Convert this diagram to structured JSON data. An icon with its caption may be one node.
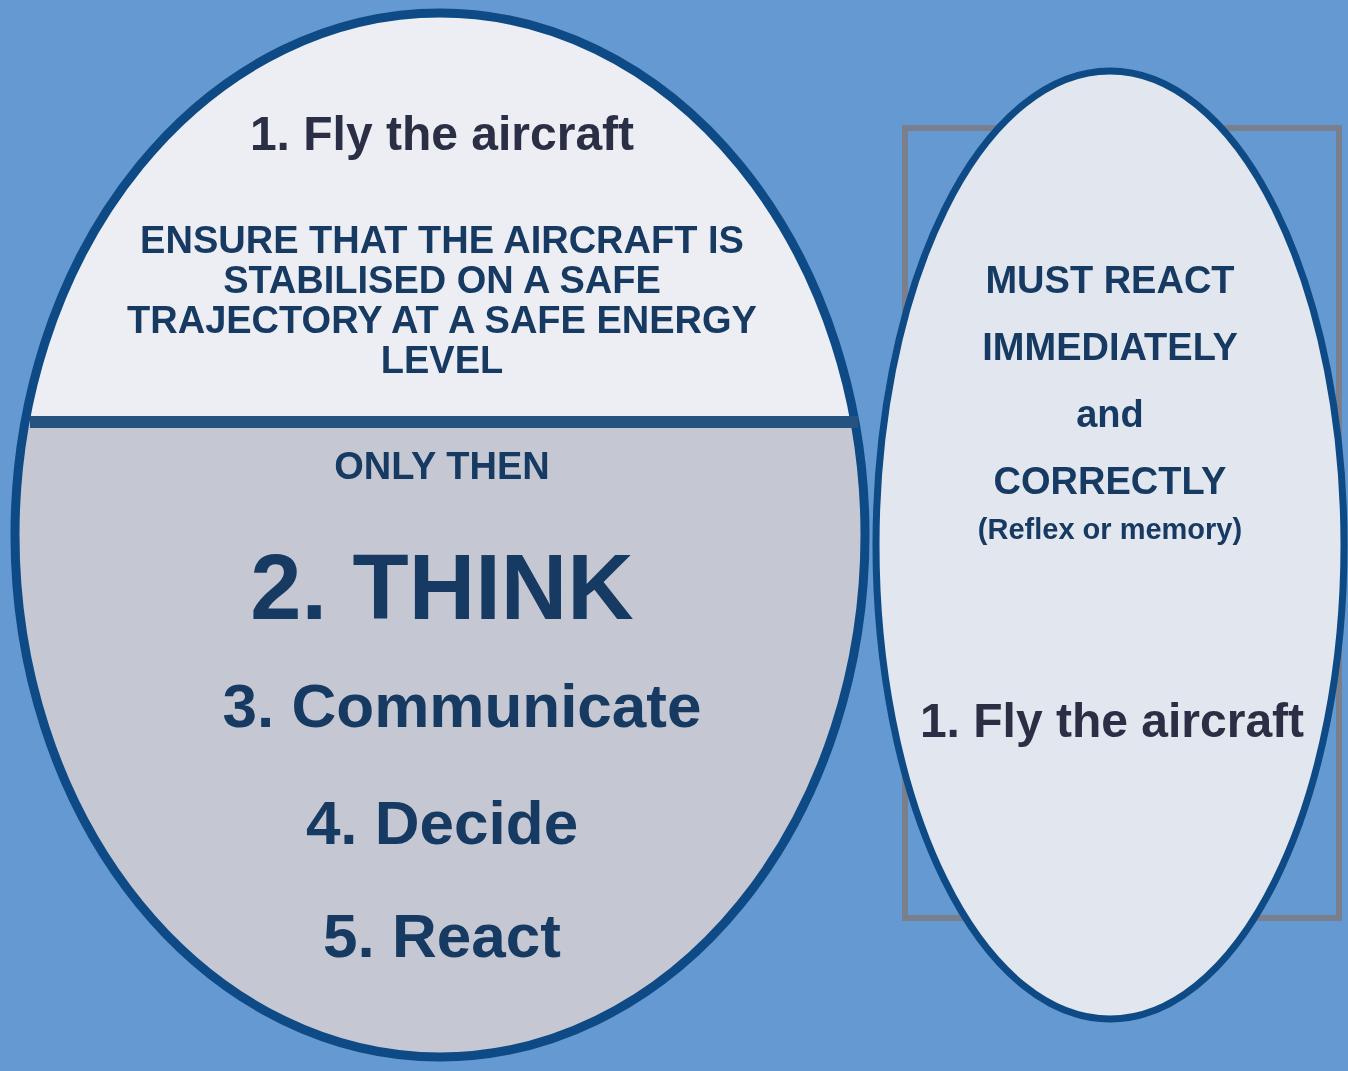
{
  "diagram": {
    "nodes": [
      {
        "text": [
          "1. Fly the aircraft",
          "ENSURE THAT THE AIRCRAFT IS STABILISED ON A SAFE TRAJECTORY AT A SAFE ENERGY LEVEL"
        ]
      },
      {
        "text": [
          "ONLY THEN",
          "2. THINK",
          "3. Communicate",
          "4. Decide",
          "5. React"
        ]
      },
      {
        "text": [
          "MUST REACT IMMEDIATELY and CORRECTLY",
          "(Reflex or memory)",
          "1. Fly the aircraft"
        ]
      }
    ],
    "edges": []
  }
}
